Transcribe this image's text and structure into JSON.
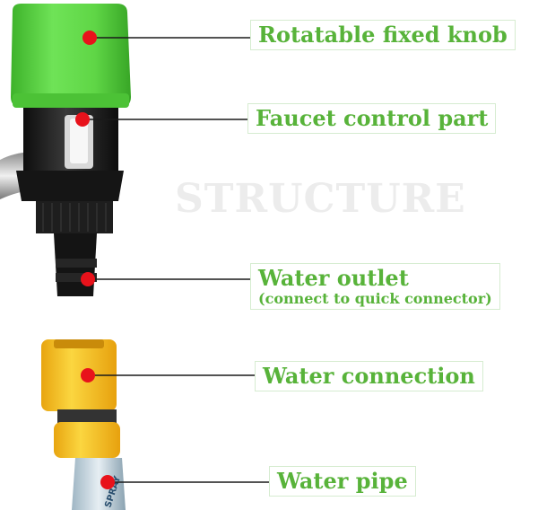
{
  "watermark": "STRUCTURE",
  "labels": {
    "knob": "Rotatable fixed knob",
    "faucet": "Faucet control part",
    "outlet": "Water outlet",
    "outlet_sub": "(connect to quick connector)",
    "connection": "Water connection",
    "pipe": "Water pipe"
  },
  "pipe_print": "SPRAY",
  "colors": {
    "label_text": "#58b33a",
    "label_border": "#d6ecd0",
    "knob_green": "#5fd646",
    "connector_yellow": "#f9c21a",
    "marker_red": "#e8121b",
    "body_black": "#1b1b1b"
  }
}
